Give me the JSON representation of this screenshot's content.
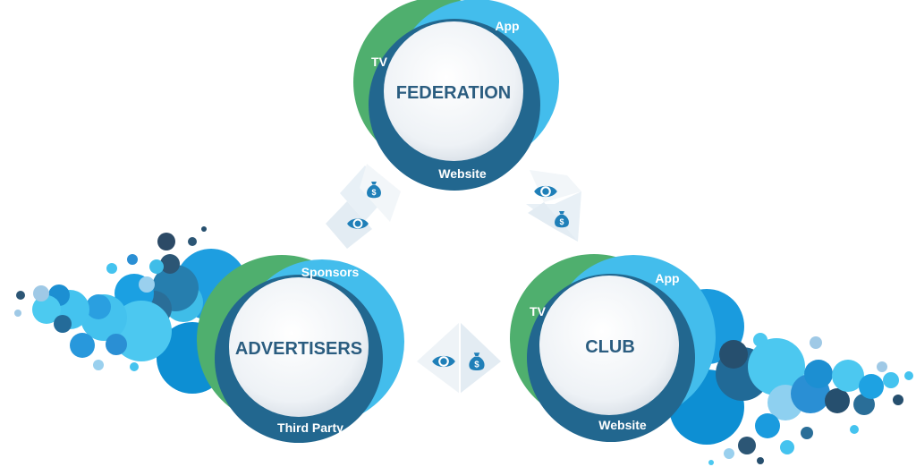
{
  "colors": {
    "green": "#4faf6e",
    "cyan": "#43bdec",
    "navy": "#22678f",
    "title": "#2b5d80",
    "bubble_light": "#4cc8f0",
    "bubble_mid": "#0f8fd6",
    "bubble_dark": "#264f6e"
  },
  "nodes": {
    "federation": {
      "title": "FEDERATION",
      "tv": "TV",
      "app": "App",
      "website": "Website"
    },
    "advertisers": {
      "title": "ADVERTISERS",
      "top": "Sponsors",
      "bottom": "Third Party"
    },
    "club": {
      "title": "CLUB",
      "tv": "TV",
      "app": "App",
      "website": "Website"
    }
  },
  "connectors": {
    "left": {
      "icons": [
        "money-bag-icon",
        "eye-icon"
      ]
    },
    "right": {
      "icons": [
        "eye-icon",
        "money-bag-icon"
      ]
    },
    "bottom": {
      "icons": [
        "eye-icon",
        "money-bag-icon"
      ]
    }
  }
}
